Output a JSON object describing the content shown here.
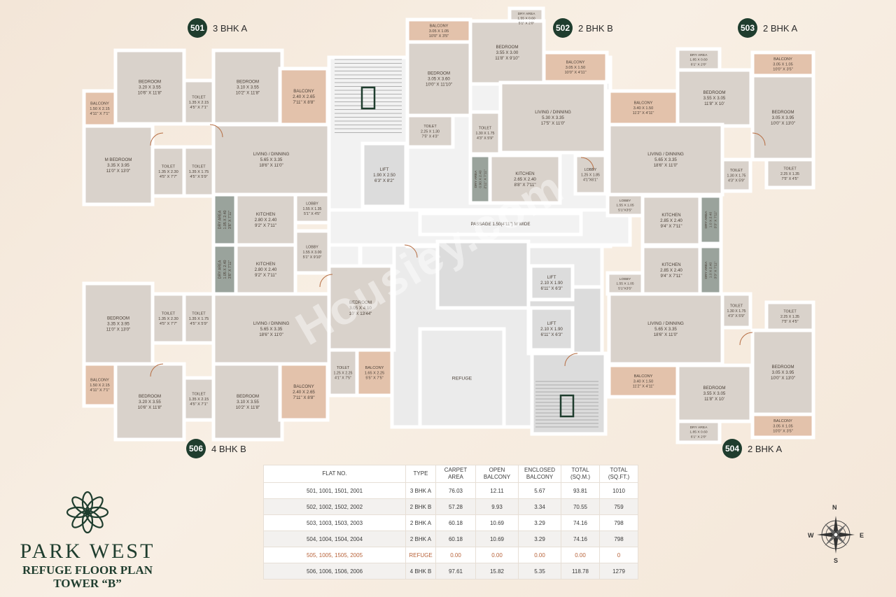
{
  "units": [
    {
      "num": "501",
      "type": "3 BHK A"
    },
    {
      "num": "502",
      "type": "2 BHK B"
    },
    {
      "num": "503",
      "type": "2 BHK A"
    },
    {
      "num": "504",
      "type": "2 BHK A"
    },
    {
      "num": "506",
      "type": "4 BHK B"
    }
  ],
  "rooms": {
    "r501_balcony_l": {
      "name": "BALCONY",
      "dims": "1.50 X 2.15",
      "ft": "4'11\" X 7'1\""
    },
    "r501_bed1": {
      "name": "BEDROOM",
      "dims": "3.20 X 3.55",
      "ft": "10'6\" X 11'8\""
    },
    "r501_toilet1": {
      "name": "TOILET",
      "dims": "1.35 X 2.15",
      "ft": "4'5\" X 7'1\""
    },
    "r501_bed2": {
      "name": "BEDROOM",
      "dims": "3.10 X 3.55",
      "ft": "10'2\" X 11'8\""
    },
    "r501_balcony_r": {
      "name": "BALCONY",
      "dims": "2.40 X 2.65",
      "ft": "7'11\" X 8'8\""
    },
    "r501_mbed": {
      "name": "M BEDROOM",
      "dims": "3.35 X 3.95",
      "ft": "11'0\" X 13'0\""
    },
    "r501_toilet2": {
      "name": "TOILET",
      "dims": "1.35 X 2.30",
      "ft": "4'5\" X 7'7\""
    },
    "r501_toilet3": {
      "name": "TOILET",
      "dims": "1.35 X 1.75",
      "ft": "4'5\" X 5'9\""
    },
    "r501_living": {
      "name": "LIVING / DINNING",
      "dims": "5.65 X 3.35",
      "ft": "18'6\" X 11'0\""
    },
    "r501_dry": {
      "name": "DRY AREA",
      "dims": "1.05 X 2.40",
      "ft": "3'6\" X 7'11\""
    },
    "r501_kitchen": {
      "name": "KITCHEN",
      "dims": "2.80 X 2.40",
      "ft": "9'2\" X 7'11\""
    },
    "lobby_nw": {
      "name": "LOBBY",
      "dims": "1.55 X 1.35",
      "ft": "5'1\" X 4'5\""
    },
    "lobby_w": {
      "name": "LOBBY",
      "dims": "1.55 X 3.00",
      "ft": "5'1\" X 9'10\""
    },
    "r506_dry": {
      "name": "DRY AREA",
      "dims": "1.05 X 2.40",
      "ft": "3'6\" X 7'11\""
    },
    "r506_kitchen": {
      "name": "KITCHEN",
      "dims": "2.80 X 2.40",
      "ft": "9'2\" X 7'11\""
    },
    "r506_bed1": {
      "name": "BEDROOM",
      "dims": "3.35 X 3.95",
      "ft": "11'0\" X 13'0\""
    },
    "r506_toilet1": {
      "name": "TOILET",
      "dims": "1.35 X 2.30",
      "ft": "4'5\" X 7'7\""
    },
    "r506_toilet2": {
      "name": "TOILET",
      "dims": "1.35 X 1.75",
      "ft": "4'5\" X 5'9\""
    },
    "r506_living": {
      "name": "LIVING / DINNING",
      "dims": "5.65 X 3.35",
      "ft": "18'6\" X 11'0\""
    },
    "r506_bed4": {
      "name": "BEDROOM",
      "dims": "3.05 X 4.10",
      "ft": "10' X 13'44\""
    },
    "r506_toilet4": {
      "name": "TOILET",
      "dims": "1.25 X 2.25",
      "ft": "4'1\" X 7'5\""
    },
    "r506_balcony_s": {
      "name": "BALCONY",
      "dims": "1.65 X 2.25",
      "ft": "5'5\" X 7'5\""
    },
    "r506_balcony_l": {
      "name": "BALCONY",
      "dims": "1.50 X 2.15",
      "ft": "4'11\" X 7'1\""
    },
    "r506_bed2": {
      "name": "BEDROOM",
      "dims": "3.20 X 3.55",
      "ft": "10'6\" X 11'8\""
    },
    "r506_toilet3": {
      "name": "TOILET",
      "dims": "1.35 X 2.15",
      "ft": "4'5\" X 7'1\""
    },
    "r506_bed3": {
      "name": "BEDROOM",
      "dims": "3.10 X 3.55",
      "ft": "10'2\" X 11'8\""
    },
    "r506_balcony_r": {
      "name": "BALCONY",
      "dims": "2.40 X 2.65",
      "ft": "7'11\" X 8'8\""
    },
    "r502_balcony_t": {
      "name": "BALCONY",
      "dims": "3.05 X 1.05",
      "ft": "10'0\" X 3'5\""
    },
    "r502_dry_t": {
      "name": "DRY AREA",
      "dims": "1.55 X 0.60",
      "ft": "5'1\" X 2'0\""
    },
    "r502_bed_l": {
      "name": "BEDROOM",
      "dims": "3.05 X 3.60",
      "ft": "10'0\" X 11'10\""
    },
    "r502_bed_r": {
      "name": "BEDROOM",
      "dims": "3.55 X 3.00",
      "ft": "11'8\" X 9'10\""
    },
    "r502_balcony_r": {
      "name": "BALCONY",
      "dims": "3.05 X 1.50",
      "ft": "10'0\" X 4'11\""
    },
    "r502_living": {
      "name": "LIVING / DINNING",
      "dims": "5.30 X 3.35",
      "ft": "17'5\" X 11'0\""
    },
    "r502_toilet1": {
      "name": "TOILET",
      "dims": "2.25 X 1.30",
      "ft": "7'5\" X 4'3\""
    },
    "r502_toilet2": {
      "name": "TOILET",
      "dims": "1.30 X 1.75",
      "ft": "4'3\" X 5'9\""
    },
    "r502_dry": {
      "name": "DRY AREA",
      "dims": "0.90 X 2.40",
      "ft": "2'11\" X 7'11\""
    },
    "r502_kitchen": {
      "name": "KITCHEN",
      "dims": "2.65 X 2.40",
      "ft": "8'8\" X 7'11\""
    },
    "lobby_n": {
      "name": "LOBBY",
      "dims": "1.25 X 1.85",
      "ft": "4'1\"X6'1\""
    },
    "lift_nw": {
      "name": "LIFT",
      "dims": "1.90 X 2.50",
      "ft": "6'3\" X 8'2\""
    },
    "passage": {
      "name": "PASSAGE 1.50(4'11\") M WIDE",
      "dims": "",
      "ft": ""
    },
    "lift_c": {
      "name": "LIFT",
      "dims": "2.10 X 1.90",
      "ft": "6'11\" X 6'3\""
    },
    "lift_s": {
      "name": "LIFT",
      "dims": "2.10 X 1.90",
      "ft": "6'11\" X 6'3\""
    },
    "refuge": {
      "name": "REFUGE",
      "dims": "",
      "ft": ""
    },
    "r503_dry": {
      "name": "DRY AREA",
      "dims": "1.85 X 0.60",
      "ft": "6'1\" X 2'0\""
    },
    "r503_balcony_t": {
      "name": "BALCONY",
      "dims": "3.05 X 1.05",
      "ft": "10'0\" X 3'5\""
    },
    "r503_bed1": {
      "name": "BEDROOM",
      "dims": "3.55 X 3.05",
      "ft": "11'8\" X 10'"
    },
    "r503_bed2": {
      "name": "BEDROOM",
      "dims": "3.05 X 3.95",
      "ft": "10'0\" X 13'0\""
    },
    "r503_balcony_l": {
      "name": "BALCONY",
      "dims": "3.40 X 1.50",
      "ft": "11'2\" X 4'11\""
    },
    "r503_living": {
      "name": "LIVING / DINNING",
      "dims": "5.65 X 3.35",
      "ft": "18'6\" X 11'0\""
    },
    "r503_toilet1": {
      "name": "TOILET",
      "dims": "1.30 X 1.75",
      "ft": "4'3\" X 5'9\""
    },
    "r503_toilet2": {
      "name": "TOILET",
      "dims": "2.25 X 1.35",
      "ft": "7'5\" X 4'5\""
    },
    "lobby_ne": {
      "name": "LOBBY",
      "dims": "1.55 X 1.05",
      "ft": "5'1\"X3'5\""
    },
    "r503_kitchen": {
      "name": "KITCHEN",
      "dims": "2.85 X 2.40",
      "ft": "9'4\" X 7'11\""
    },
    "r503_dry2": {
      "name": "DRY AREA",
      "dims": "1.0 X 2.40",
      "ft": "3'3\" X 7'11\""
    },
    "r504_kitchen": {
      "name": "KITCHEN",
      "dims": "2.85 X 2.40",
      "ft": "9'4\" X 7'11\""
    },
    "r504_dry2": {
      "name": "DRY AREA",
      "dims": "1.0 X 2.40",
      "ft": "3'3\" X 7'11\""
    },
    "lobby_se": {
      "name": "LOBBY",
      "dims": "1.55 X 1.05",
      "ft": "5'1\"X3'5\""
    },
    "r504_toilet1": {
      "name": "TOILET",
      "dims": "1.30 X 1.75",
      "ft": "4'3\" X 5'9\""
    },
    "r504_toilet2": {
      "name": "TOILET",
      "dims": "2.25 X 1.35",
      "ft": "7'5\" X 4'5\""
    },
    "r504_living": {
      "name": "LIVING / DINNING",
      "dims": "5.65 X 3.35",
      "ft": "18'6\" X 11'0\""
    },
    "r504_bed2": {
      "name": "BEDROOM",
      "dims": "3.05 X 3.95",
      "ft": "10'0\" X 13'0\""
    },
    "r504_balcony_l": {
      "name": "BALCONY",
      "dims": "3.40 X 1.50",
      "ft": "11'2\" X 4'11\""
    },
    "r504_bed1": {
      "name": "BEDROOM",
      "dims": "3.55 X 3.05",
      "ft": "11'8\" X 10'"
    },
    "r504_dry": {
      "name": "DRY AREA",
      "dims": "1.85 X 0.60",
      "ft": "6'1\" X 2'0\""
    },
    "r504_balcony_b": {
      "name": "BALCONY",
      "dims": "3.05 X 1.05",
      "ft": "10'0\" X 3'5\""
    }
  },
  "watermark": "Housiey.com",
  "table": {
    "headers": [
      "FLAT NO.",
      "TYPE",
      "CARPET AREA",
      "OPEN BALCONY",
      "ENCLOSED BALCONY",
      "TOTAL (SQ.M.)",
      "TOTAL (SQ.FT.)"
    ],
    "rows": [
      [
        "501, 1001, 1501, 2001",
        "3 BHK A",
        "76.03",
        "12.11",
        "5.67",
        "93.81",
        "1010"
      ],
      [
        "502, 1002, 1502, 2002",
        "2 BHK B",
        "57.28",
        "9.93",
        "3.34",
        "70.55",
        "759"
      ],
      [
        "503, 1003, 1503, 2003",
        "2 BHK A",
        "60.18",
        "10.69",
        "3.29",
        "74.16",
        "798"
      ],
      [
        "504, 1004, 1504, 2004",
        "2 BHK A",
        "60.18",
        "10.69",
        "3.29",
        "74.16",
        "798"
      ],
      [
        "505, 1005, 1505, 2005",
        "REFUGE",
        "0.00",
        "0.00",
        "0.00",
        "0.00",
        "0"
      ],
      [
        "506, 1006, 1506, 2006",
        "4 BHK B",
        "97.61",
        "15.82",
        "5.35",
        "118.78",
        "1279"
      ]
    ]
  },
  "brand": {
    "name": "PARK WEST",
    "line1": "REFUGE FLOOR PLAN",
    "line2": "TOWER “B”"
  },
  "compass": {
    "n": "N",
    "s": "S",
    "e": "E",
    "w": "W"
  },
  "colors": {
    "brand": "#1f3d2e",
    "room": "#d9d2cb",
    "balcony": "#e3c2ab",
    "dry": "#9aa39c",
    "core": "#dcdcdc",
    "refuge_text": "#b8633a"
  }
}
